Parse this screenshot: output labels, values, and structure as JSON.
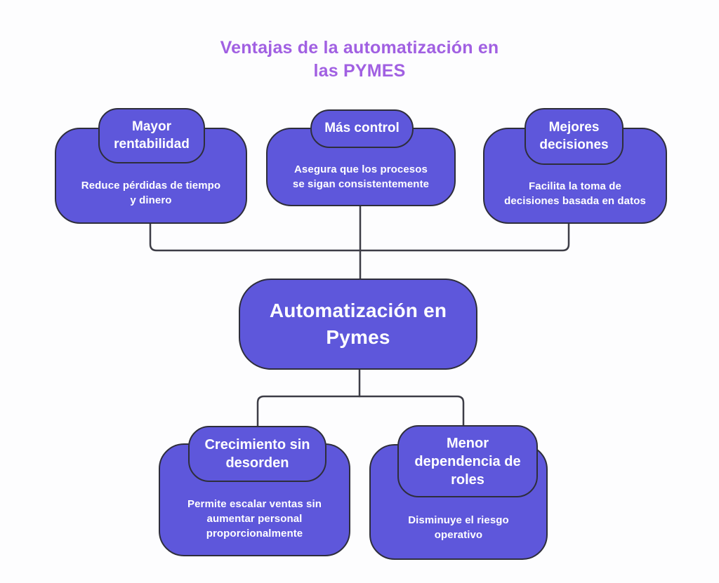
{
  "title": "Ventajas de la automatización en\nlas PYMES",
  "colors": {
    "node_fill": "#5e57db",
    "node_border": "#2e2e3b",
    "node_text": "#ffffff",
    "title_color": "#a160e2",
    "connector": "#3d3d46",
    "background": "#fdfdfe"
  },
  "central_node": {
    "label": "Automatización en\nPymes"
  },
  "top_nodes": [
    {
      "title": "Mayor\nrentabilidad",
      "description": "Reduce pérdidas de tiempo\ny dinero"
    },
    {
      "title": "Más control",
      "description": "Asegura que los procesos\nse sigan consistentemente"
    },
    {
      "title": "Mejores\ndecisiones",
      "description": "Facilita la toma de\ndecisiones basada en datos"
    }
  ],
  "bottom_nodes": [
    {
      "title": "Crecimiento sin\ndesorden",
      "description": "Permite escalar ventas sin\naumentar personal\nproporcionalmente"
    },
    {
      "title": "Menor\ndependencia de\nroles",
      "description": "Disminuye el riesgo\noperativo"
    }
  ]
}
